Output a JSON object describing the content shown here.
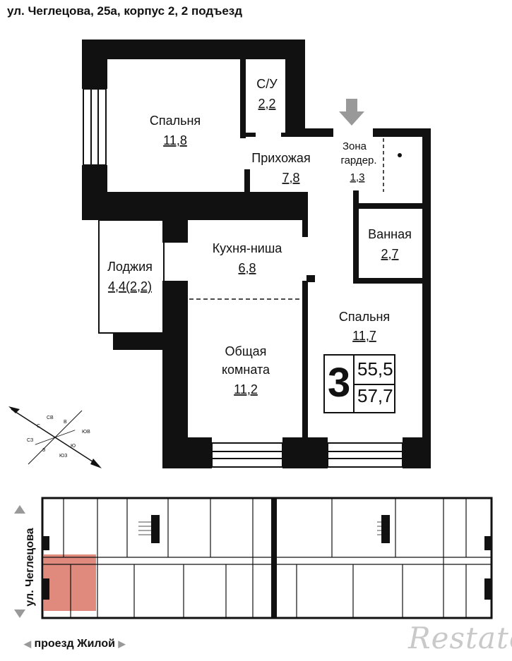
{
  "address": "ул. Чеглецова, 25а, корпус 2, 2 подъезд",
  "rooms": [
    {
      "name": "Спальня",
      "area": "11,8"
    },
    {
      "name": "С/У",
      "area": "2,2"
    },
    {
      "name": "Прихожая",
      "area": "7,8"
    },
    {
      "name_line1": "Зона",
      "name_line2": "гардер.",
      "area": "1,3"
    },
    {
      "name": "Ванная",
      "area": "2,7"
    },
    {
      "name": "Кухня-ниша",
      "area": "6,8"
    },
    {
      "name": "Лоджия",
      "area": "4,4(2,2)"
    },
    {
      "name": "Спальня",
      "area": "11,7"
    },
    {
      "name_line1": "Общая",
      "name_line2": "комната",
      "area": "11,2"
    }
  ],
  "summary": {
    "room_count": "3",
    "living_area": "55,5",
    "total_area": "57,7"
  },
  "compass": {
    "labels": [
      "С",
      "СВ",
      "В",
      "ЮВ",
      "Ю",
      "ЮЗ",
      "З",
      "СЗ"
    ]
  },
  "streets": {
    "vertical": "ул. Чеглецова",
    "horizontal": "проезд Жилой"
  },
  "logo": "Restate",
  "colors": {
    "wall": "#111111",
    "highlight": "#e08a7e",
    "arrow": "#999999"
  }
}
